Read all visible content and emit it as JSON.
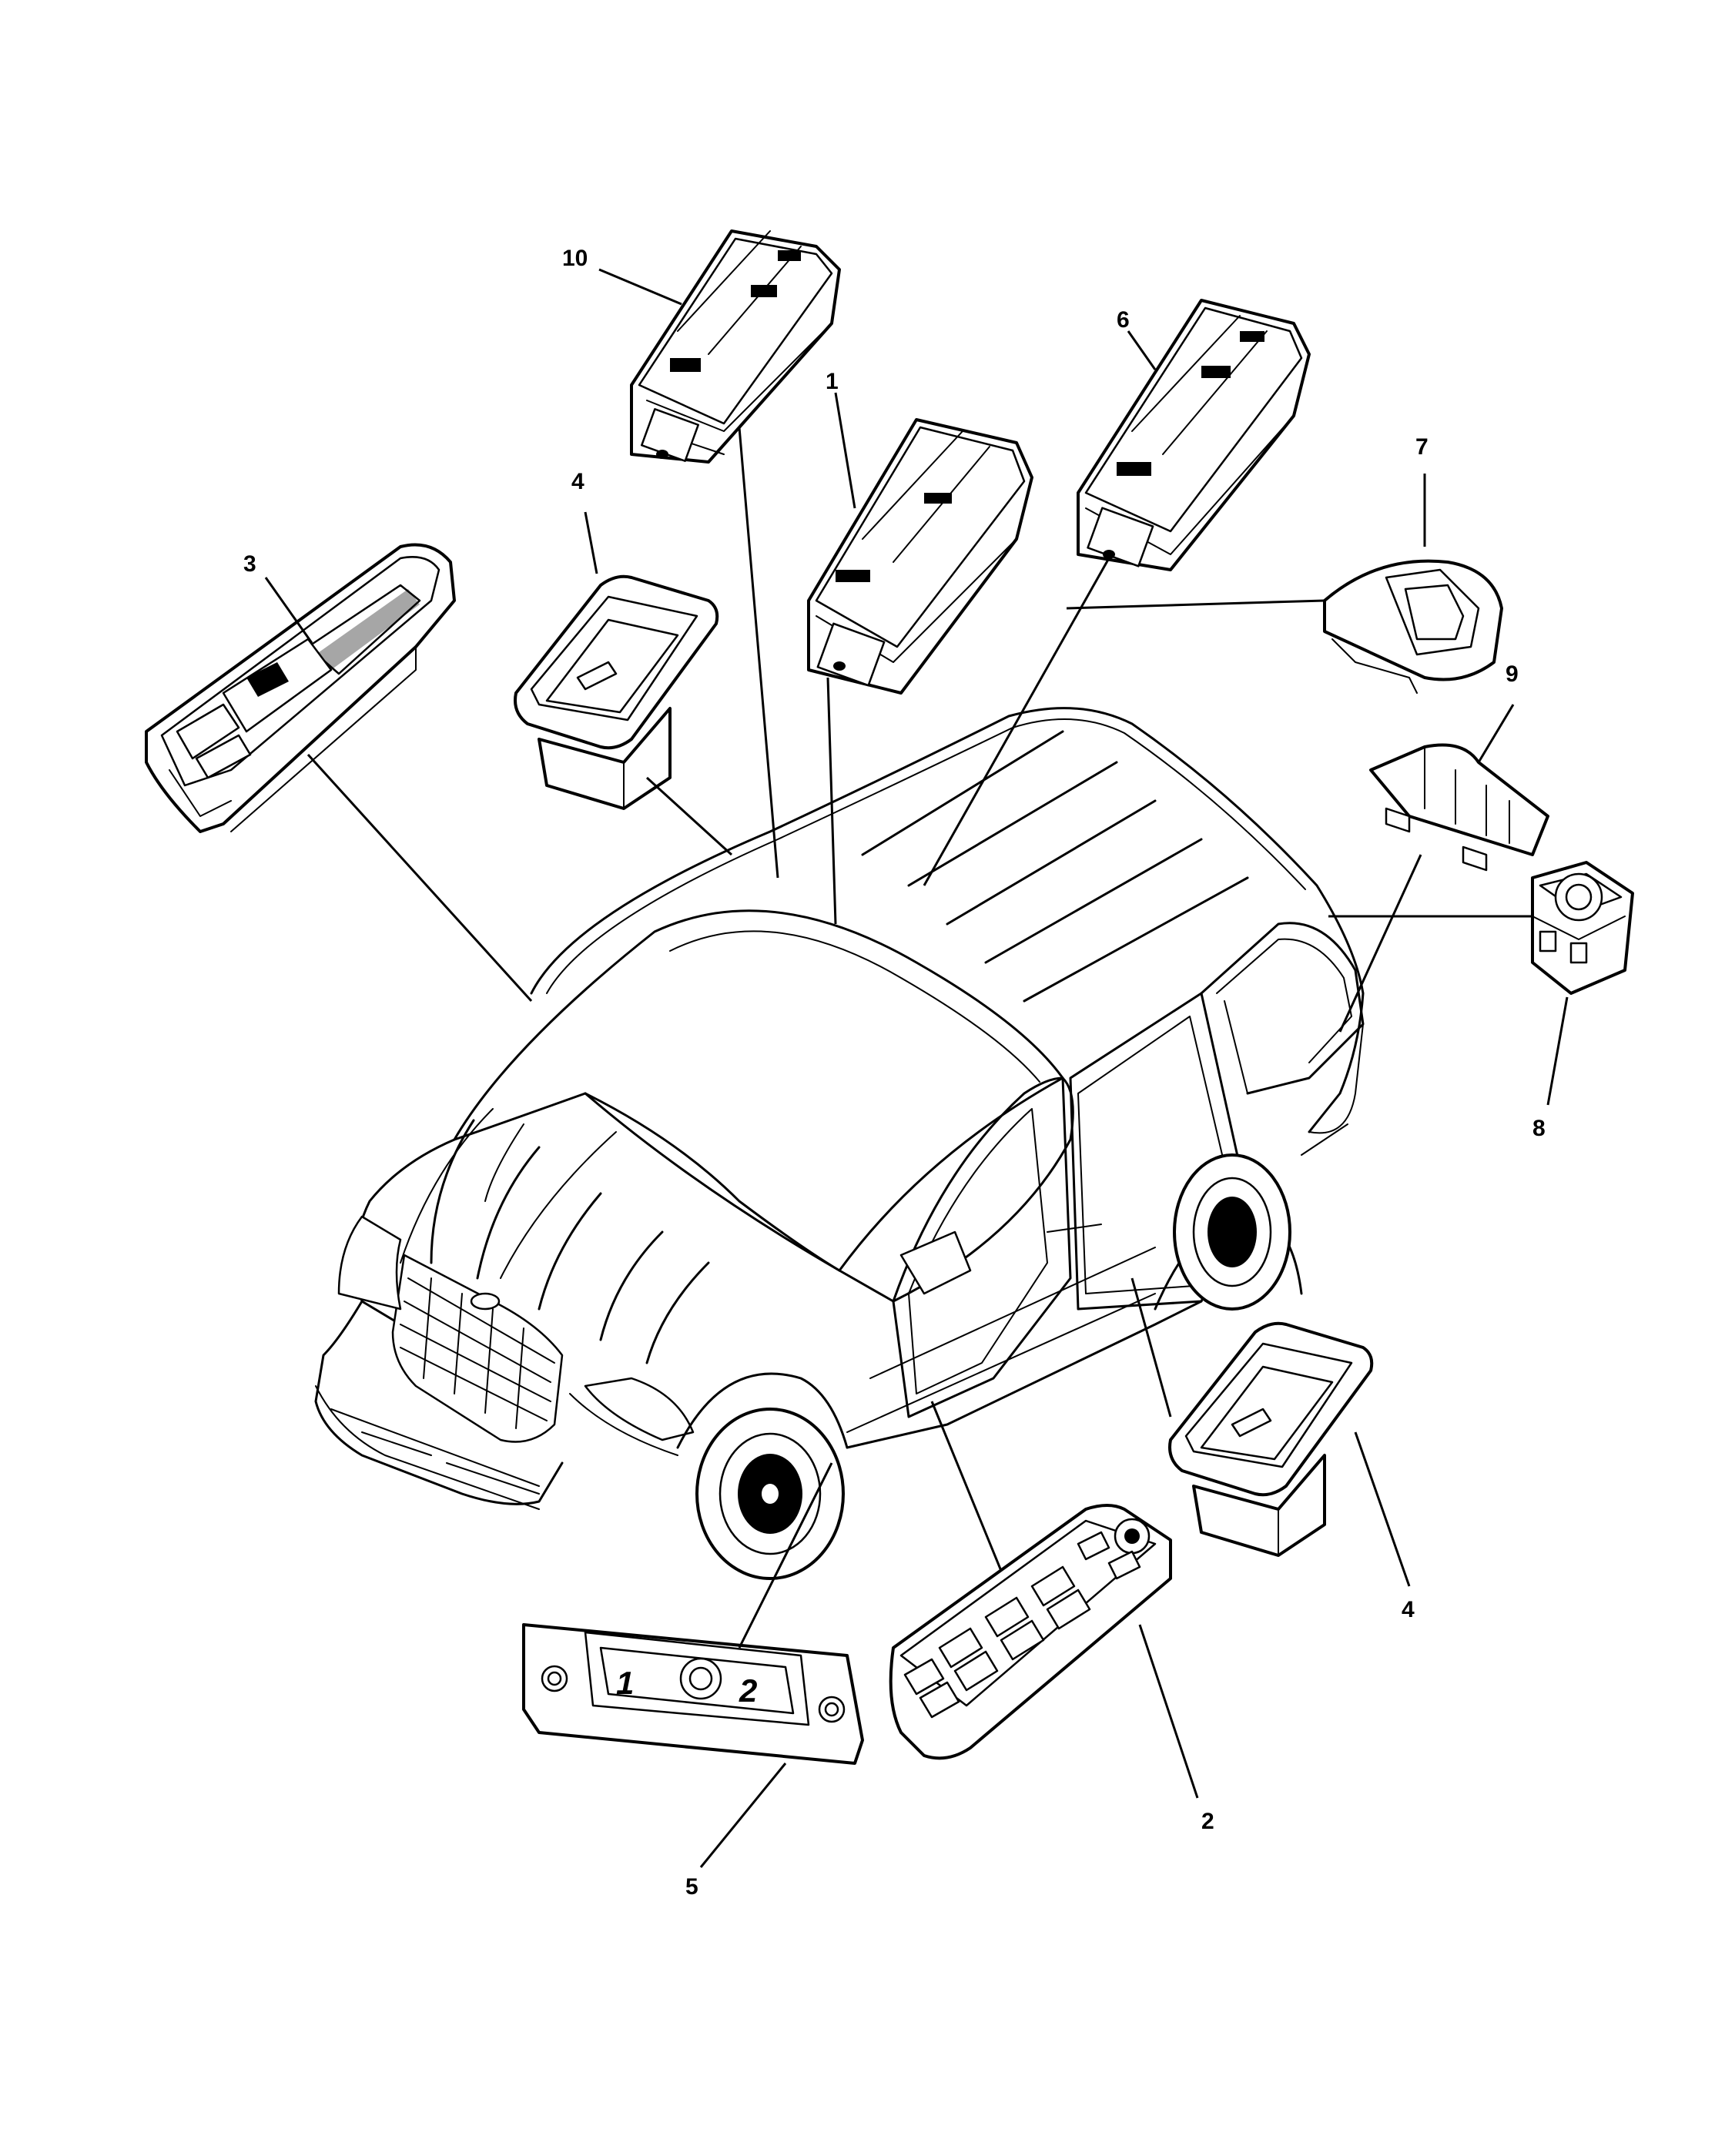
{
  "callouts": [
    {
      "id": "c1",
      "label": "1"
    },
    {
      "id": "c2",
      "label": "2"
    },
    {
      "id": "c3",
      "label": "3"
    },
    {
      "id": "c4a",
      "label": "4"
    },
    {
      "id": "c4b",
      "label": "4"
    },
    {
      "id": "c5",
      "label": "5"
    },
    {
      "id": "c6",
      "label": "6"
    },
    {
      "id": "c7",
      "label": "7"
    },
    {
      "id": "c8",
      "label": "8"
    },
    {
      "id": "c9",
      "label": "9"
    },
    {
      "id": "c10",
      "label": "10"
    }
  ],
  "switch_5_labels": {
    "left": "1",
    "right": "2"
  }
}
